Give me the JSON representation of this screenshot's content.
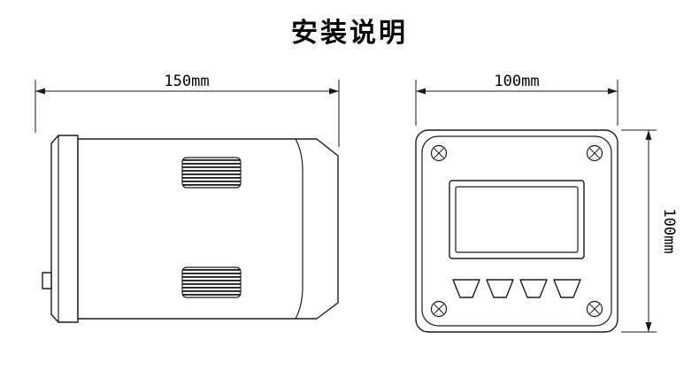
{
  "title": "安装说明",
  "side_view": {
    "width_label": "150mm"
  },
  "front_view": {
    "width_label": "100mm",
    "height_label": "100mm"
  }
}
